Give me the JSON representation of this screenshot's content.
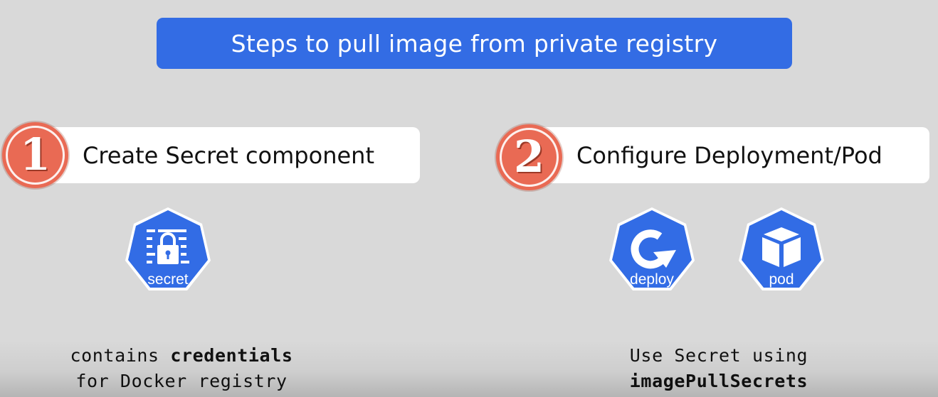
{
  "title": "Steps to pull image from private registry",
  "colors": {
    "banner": "#336ce4",
    "step_badge": "#e96a54",
    "k8s_blue": "#326ce5",
    "background": "#d9d9d9"
  },
  "steps": [
    {
      "number": "1",
      "label": "Create Secret component",
      "icons": [
        {
          "name": "secret-icon",
          "label": "secret"
        }
      ],
      "caption": {
        "line1_prefix": "contains ",
        "line1_bold": "credentials",
        "line2": "for Docker registry"
      }
    },
    {
      "number": "2",
      "label": "Configure Deployment/Pod",
      "icons": [
        {
          "name": "deploy-icon",
          "label": "deploy"
        },
        {
          "name": "pod-icon",
          "label": "pod"
        }
      ],
      "caption": {
        "line1": "Use Secret using",
        "line2_bold": "imagePullSecrets"
      }
    }
  ]
}
